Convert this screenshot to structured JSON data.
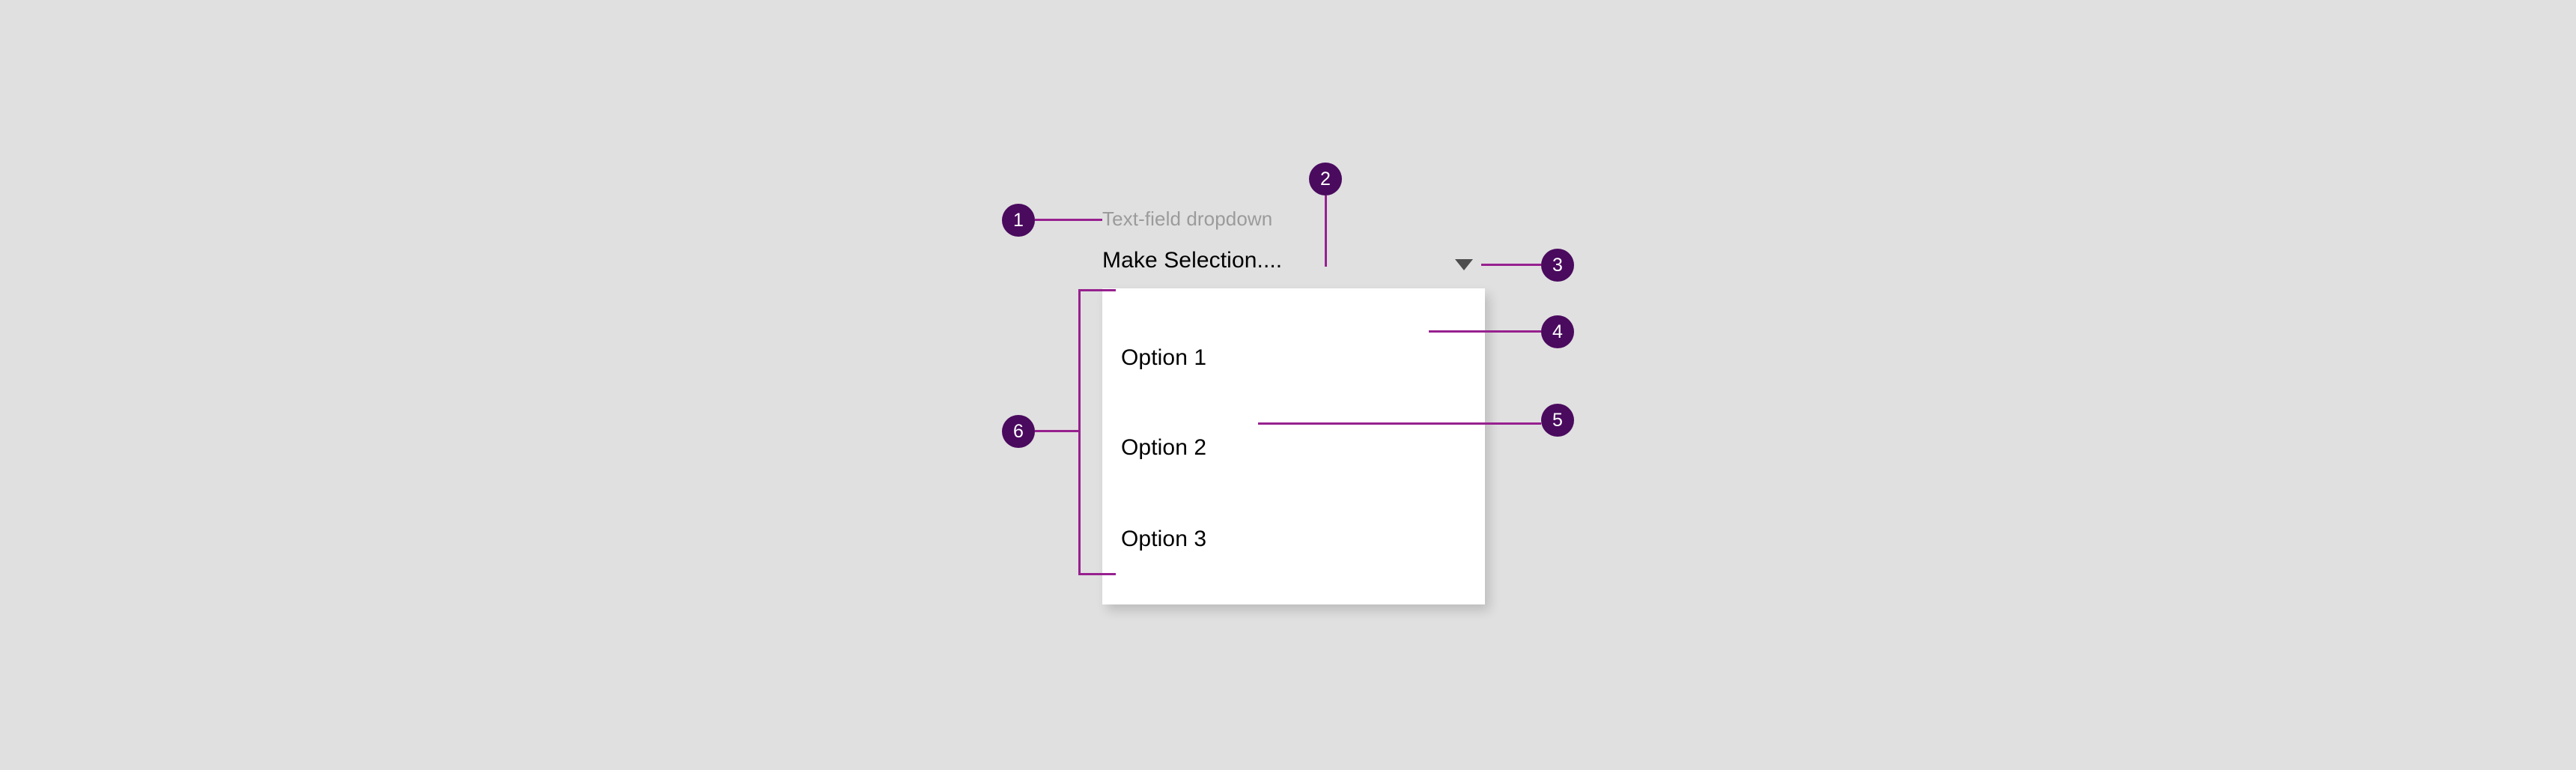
{
  "theme": {
    "background": "#e0e0e0",
    "badge_fill": "#4a0a5e",
    "badge_text": "#ffffff",
    "leader_line": "#97218f",
    "panel_background": "#ffffff",
    "label_text": "#9b9b9b",
    "value_text": "#000000",
    "caret": "#4d4d4d"
  },
  "dropdown": {
    "label": "Text-field dropdown",
    "value": "Make Selection....",
    "caret_icon": "chevron-down-icon",
    "options": [
      {
        "label": "Option 1"
      },
      {
        "label": "Option 2"
      },
      {
        "label": "Option 3"
      }
    ]
  },
  "callouts": [
    {
      "number": "1"
    },
    {
      "number": "2"
    },
    {
      "number": "3"
    },
    {
      "number": "4"
    },
    {
      "number": "5"
    },
    {
      "number": "6"
    }
  ]
}
